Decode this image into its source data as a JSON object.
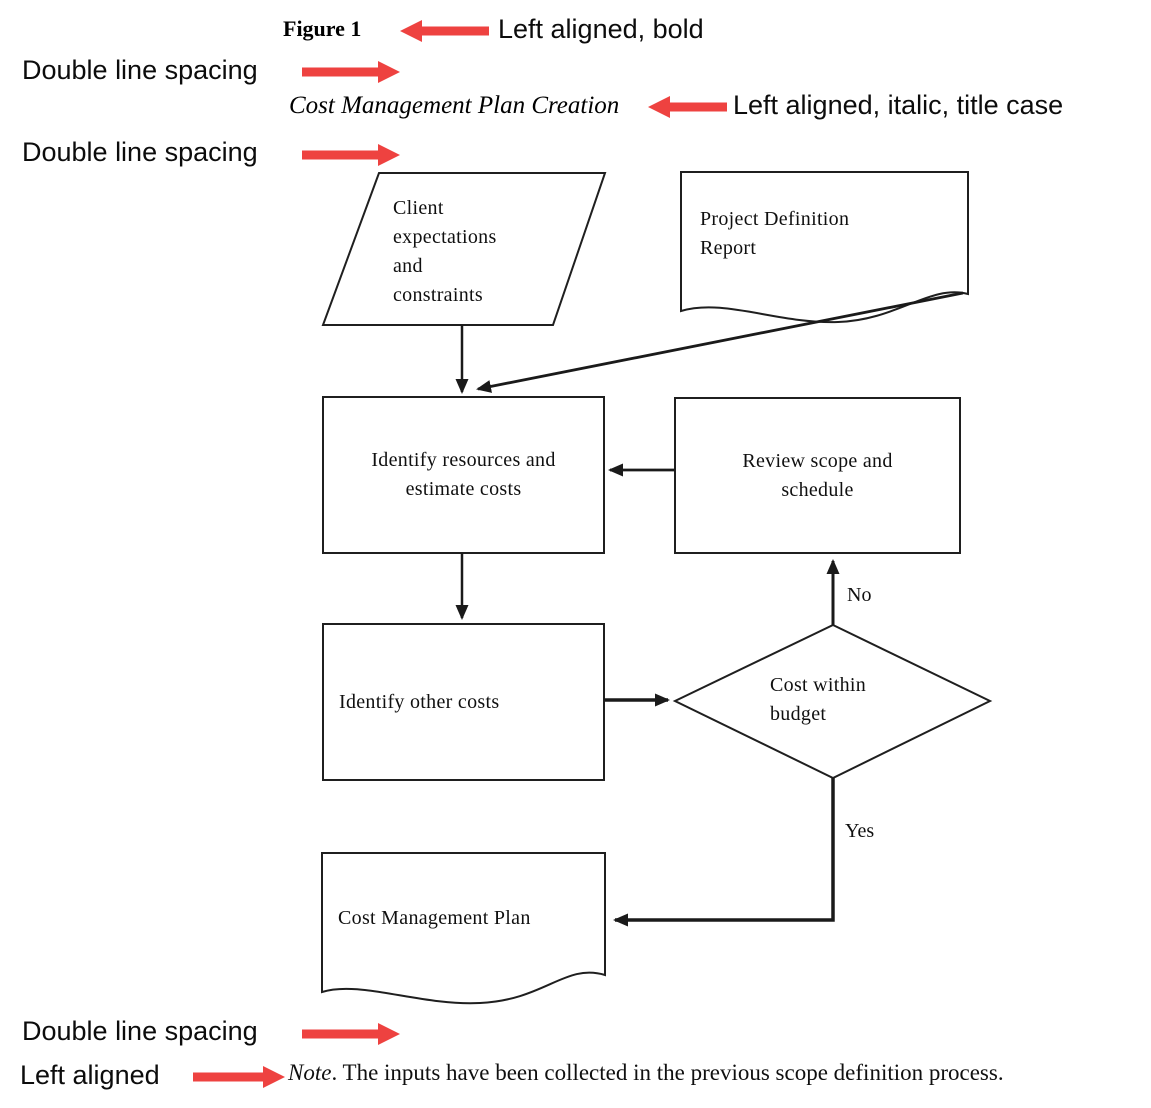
{
  "annotations": {
    "figure_label": "Figure 1",
    "figure_note": "Left aligned, bold",
    "spacing_note_1": "Double line spacing",
    "title": "Cost Management Plan Creation",
    "title_note": "Left aligned, italic, title case",
    "spacing_note_2": "Double line spacing",
    "spacing_note_3": "Double line spacing",
    "align_note": "Left aligned"
  },
  "flowchart": {
    "nodes": [
      {
        "id": "client-expectations",
        "type": "parallelogram-input",
        "label": "Client expectations and constraints"
      },
      {
        "id": "project-definition-report",
        "type": "document",
        "label": "Project Definition Report"
      },
      {
        "id": "identify-resources",
        "type": "process",
        "label": "Identify resources and estimate costs"
      },
      {
        "id": "review-scope",
        "type": "process",
        "label": "Review scope and schedule"
      },
      {
        "id": "identify-other-costs",
        "type": "process",
        "label": "Identify other costs"
      },
      {
        "id": "cost-within-budget",
        "type": "decision",
        "label": "Cost within budget"
      },
      {
        "id": "cost-management-plan",
        "type": "document",
        "label": "Cost Management Plan"
      }
    ],
    "edge_labels": {
      "no": "No",
      "yes": "Yes"
    }
  },
  "note": {
    "lead": "Note",
    "body": ". The inputs have been collected in the previous scope definition process."
  },
  "colors": {
    "arrow_red": "#ee4240",
    "ink": "#1a1a1a"
  }
}
